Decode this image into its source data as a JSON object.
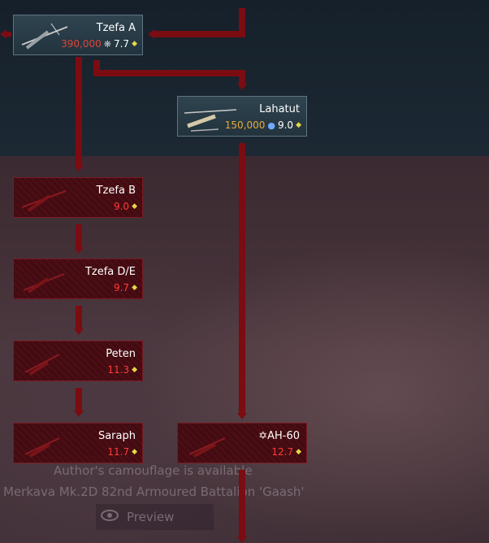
{
  "cards": {
    "tzefa_a": {
      "name": "Tzefa A",
      "cost": "390,000",
      "br": "7.7"
    },
    "lahatut": {
      "name": "Lahatut",
      "cost": "150,000",
      "br": "9.0"
    },
    "tzefa_b": {
      "name": "Tzefa B",
      "br": "9.0"
    },
    "tzefa_de": {
      "name": "Tzefa D/E",
      "br": "9.7"
    },
    "peten": {
      "name": "Peten",
      "br": "11.3"
    },
    "saraph": {
      "name": "Saraph",
      "br": "11.7"
    },
    "ah60": {
      "name": "✡AH-60",
      "br": "12.7"
    }
  },
  "overlay": {
    "camo_text": "Author's camouflage is available",
    "skin_text": "Merkava Mk.2D 82nd Armoured Battalion 'Gaash'",
    "preview_label": "Preview"
  },
  "colors": {
    "line": "#7a0c12",
    "br_locked": "#ff3a3a",
    "cost": "#e0433a",
    "cost_gold": "#e8a93c"
  }
}
